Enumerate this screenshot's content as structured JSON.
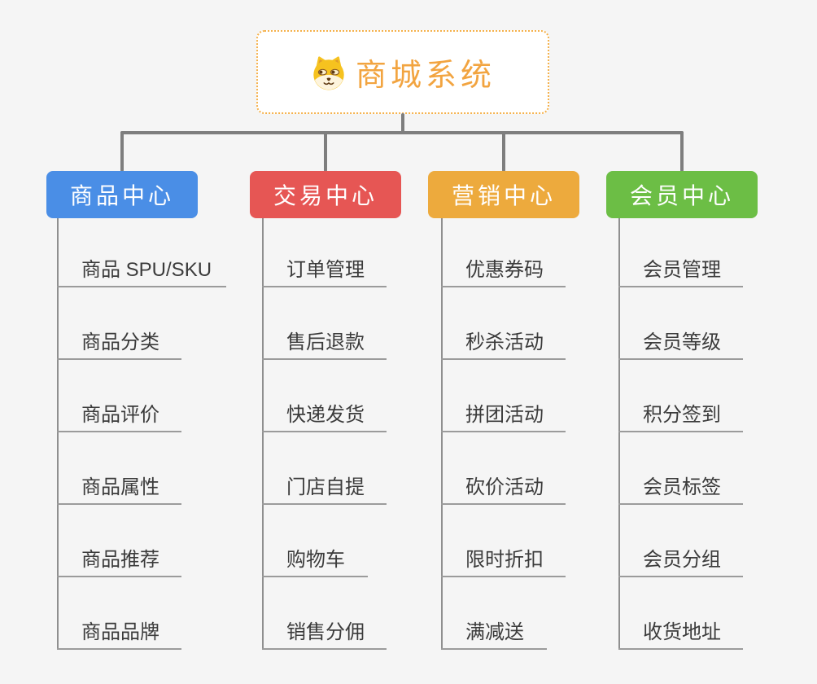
{
  "canvas": {
    "background": "#f5f5f5",
    "connector_color": "#7e7e7e",
    "branch_line_color": "#8f8f8f",
    "item_underline_color": "#9b9b9b",
    "item_text_color": "#3b3b3b"
  },
  "root": {
    "label": "商城系统",
    "icon": "dog-face-icon",
    "text_color": "#f2a440",
    "border_color": "#f5b14b",
    "background": "#ffffff"
  },
  "branches": [
    {
      "label": "商品中心",
      "color": "#4a8ee6",
      "children": [
        "商品 SPU/SKU",
        "商品分类",
        "商品评价",
        "商品属性",
        "商品推荐",
        "商品品牌"
      ]
    },
    {
      "label": "交易中心",
      "color": "#e65654",
      "children": [
        "订单管理",
        "售后退款",
        "快递发货",
        "门店自提",
        "购物车",
        "销售分佣"
      ]
    },
    {
      "label": "营销中心",
      "color": "#edaa3d",
      "children": [
        "优惠券码",
        "秒杀活动",
        "拼团活动",
        "砍价活动",
        "限时折扣",
        "满减送"
      ]
    },
    {
      "label": "会员中心",
      "color": "#6cbe45",
      "children": [
        "会员管理",
        "会员等级",
        "积分签到",
        "会员标签",
        "会员分组",
        "收货地址"
      ]
    }
  ]
}
